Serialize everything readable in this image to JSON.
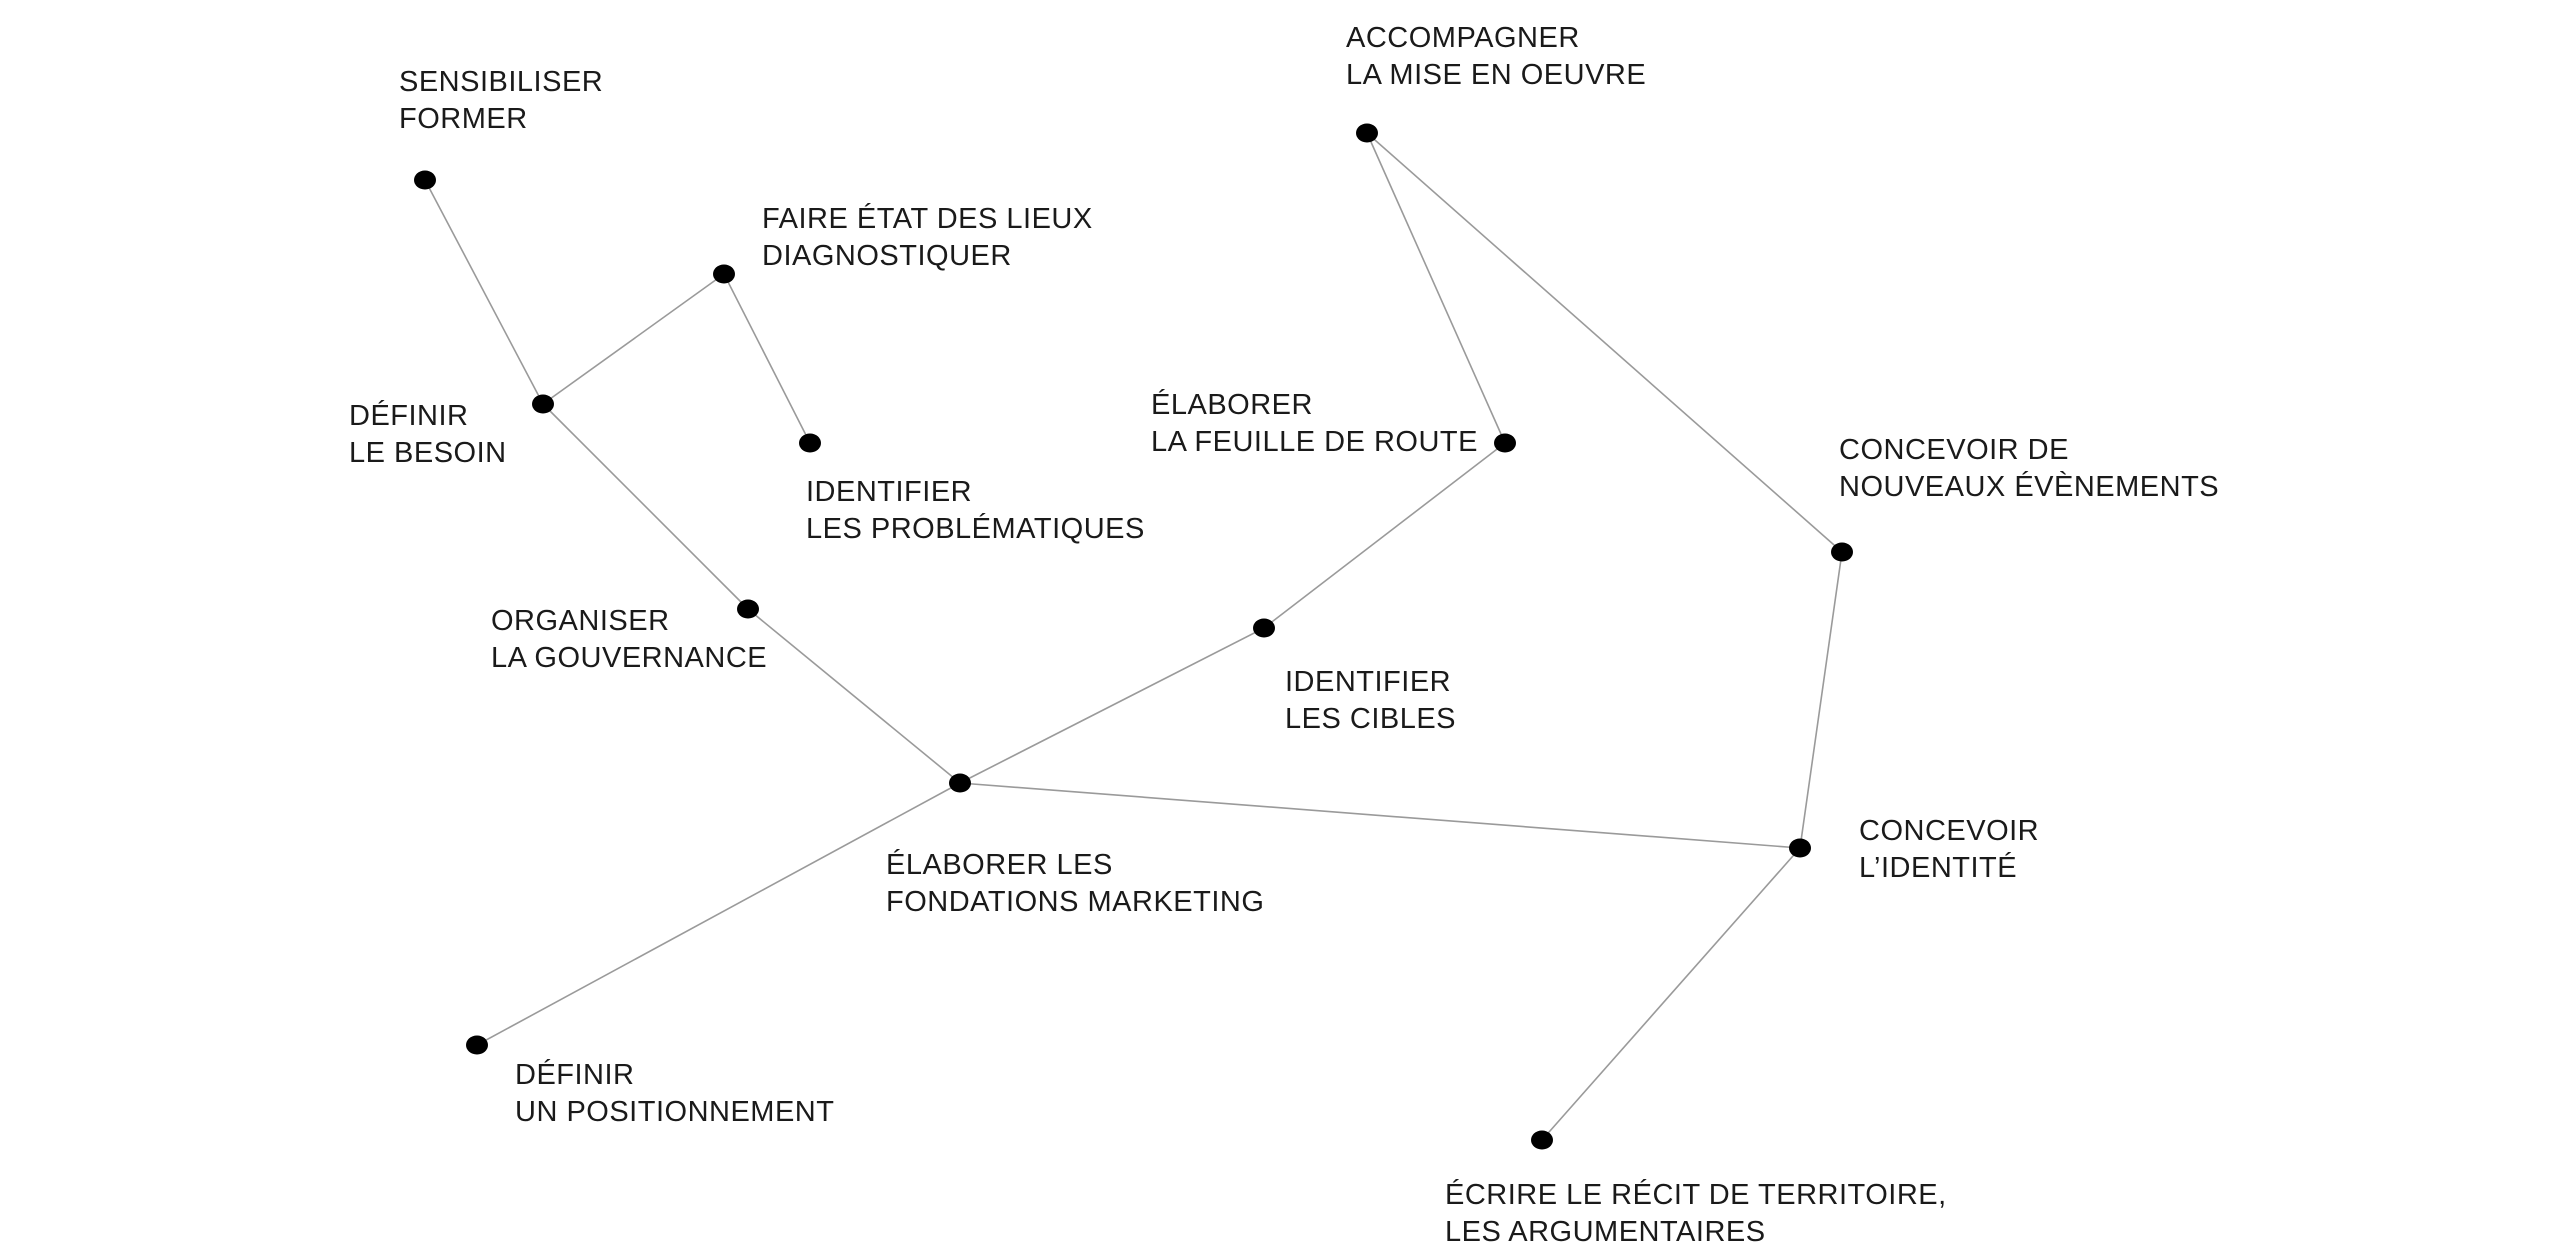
{
  "colors": {
    "background": "#ffffff",
    "node": "#000000",
    "edge": "#9a9a9a",
    "text": "#1a1a1a"
  },
  "nodes": [
    {
      "id": "sensibiliser",
      "label": [
        "SENSIBILISER",
        "FORMER"
      ]
    },
    {
      "id": "faire-etat",
      "label": [
        "FAIRE ÉTAT DES LIEUX",
        "DIAGNOSTIQUER"
      ]
    },
    {
      "id": "definir-besoin",
      "label": [
        "DÉFINIR",
        "LE BESOIN"
      ]
    },
    {
      "id": "identifier-problematiques",
      "label": [
        "IDENTIFIER",
        "LES PROBLÉMATIQUES"
      ]
    },
    {
      "id": "organiser",
      "label": [
        "ORGANISER",
        "LA GOUVERNANCE"
      ]
    },
    {
      "id": "fondations",
      "label": [
        "ÉLABORER LES",
        "FONDATIONS MARKETING"
      ]
    },
    {
      "id": "positionnement",
      "label": [
        "DÉFINIR",
        "UN POSITIONNEMENT"
      ]
    },
    {
      "id": "cibles",
      "label": [
        "IDENTIFIER",
        "LES CIBLES"
      ]
    },
    {
      "id": "feuille-route",
      "label": [
        "ÉLABORER",
        "LA FEUILLE DE ROUTE"
      ]
    },
    {
      "id": "accompagner",
      "label": [
        "ACCOMPAGNER",
        "LA MISE EN OEUVRE"
      ]
    },
    {
      "id": "evenements",
      "label": [
        "CONCEVOIR DE",
        "NOUVEAUX ÉVÈNEMENTS"
      ]
    },
    {
      "id": "identite",
      "label": [
        "CONCEVOIR",
        "L’IDENTITÉ"
      ]
    },
    {
      "id": "recit",
      "label": [
        "ÉCRIRE LE RÉCIT DE TERRITOIRE,",
        "LES ARGUMENTAIRES"
      ]
    }
  ],
  "edges": [
    [
      "sensibiliser",
      "definir-besoin"
    ],
    [
      "definir-besoin",
      "faire-etat"
    ],
    [
      "faire-etat",
      "identifier-problematiques"
    ],
    [
      "definir-besoin",
      "organiser"
    ],
    [
      "organiser",
      "fondations"
    ],
    [
      "fondations",
      "positionnement"
    ],
    [
      "fondations",
      "cibles"
    ],
    [
      "cibles",
      "feuille-route"
    ],
    [
      "feuille-route",
      "accompagner"
    ],
    [
      "accompagner",
      "evenements"
    ],
    [
      "evenements",
      "identite"
    ],
    [
      "fondations",
      "identite"
    ],
    [
      "identite",
      "recit"
    ]
  ]
}
